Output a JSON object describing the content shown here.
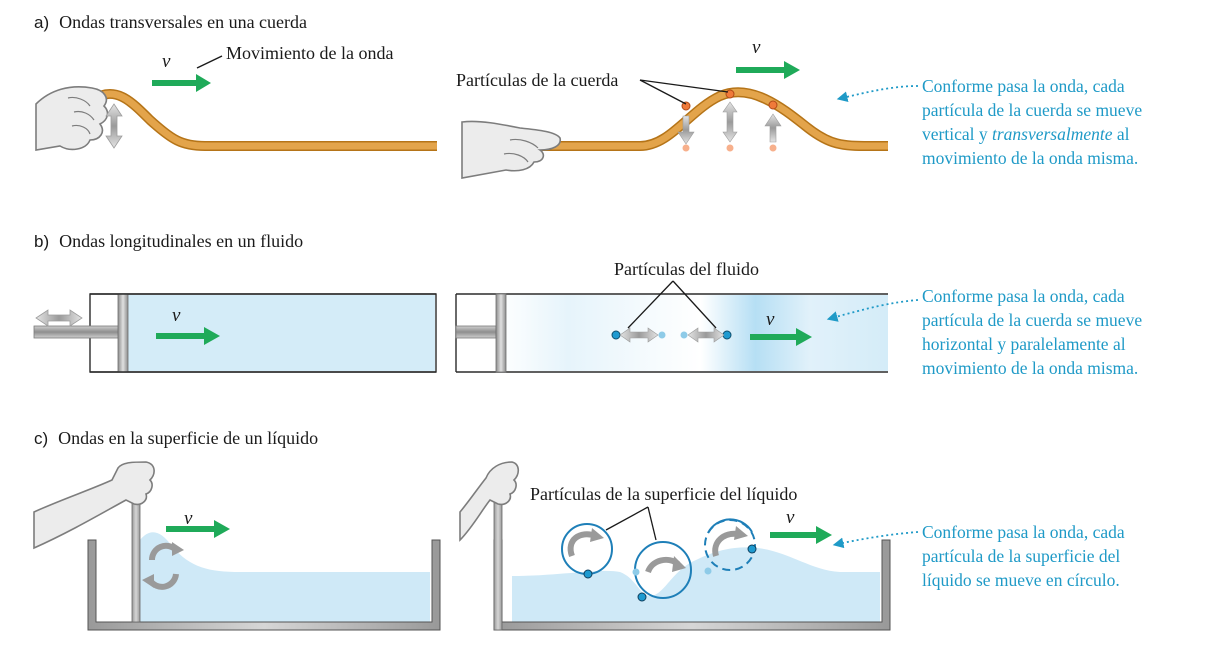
{
  "sections": {
    "a": {
      "letter": "a)",
      "title": "Ondas transversales en una cuerda",
      "wave_motion_label": "Movimiento de la onda",
      "particles_label": "Partículas de la cuerda",
      "velocity_symbol": "v",
      "note_lines": [
        "Conforme pasa la onda, cada",
        "partícula de la cuerda se mueve"
      ],
      "note_line3_pre": "vertical y ",
      "note_line3_italic": "transversalmente",
      "note_line3_post": " al",
      "note_line4": "movimiento de la onda misma."
    },
    "b": {
      "letter": "b)",
      "title": "Ondas longitudinales en un fluido",
      "particles_label": "Partículas del fluido",
      "velocity_symbol": "v",
      "note_lines": [
        "Conforme pasa la onda, cada",
        "partícula de la cuerda se mueve",
        "horizontal y paralelamente al",
        "movimiento de la onda misma."
      ]
    },
    "c": {
      "letter": "c)",
      "title": "Ondas en la superficie de un líquido",
      "particles_label": "Partículas de la superficie del líquido",
      "velocity_symbol": "v",
      "note_lines": [
        "Conforme pasa la onda, cada",
        "partícula de la superficie del",
        "líquido se mueve en círculo."
      ]
    }
  },
  "colors": {
    "rope": "#e3a44b",
    "rope_edge": "#b57418",
    "velocity_arrow": "#1faa59",
    "note_text": "#1f9ac7",
    "fluid": "#cfe9f7",
    "particle_blue": "#1e9ad0",
    "particle_orange": "#f07a3a",
    "hand": "#e8e8e8"
  }
}
